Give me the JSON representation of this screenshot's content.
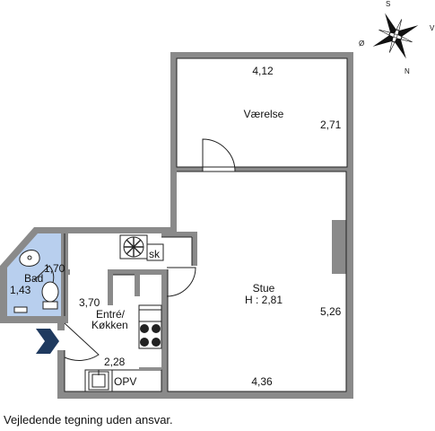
{
  "rooms": {
    "vaerelse": {
      "name": "Værelse",
      "width": "4,12",
      "depth": "2,71"
    },
    "stue": {
      "name": "Stue",
      "height": "H : 2,81",
      "depth": "5,26",
      "width": "4,36"
    },
    "bad": {
      "name": "Bad",
      "width": "1,70",
      "depth": "1,43"
    },
    "entre": {
      "name_line1": "Entré/",
      "name_line2": "Køkken",
      "depth": "3,70",
      "width": "2,28"
    }
  },
  "labels": {
    "skab": "sk",
    "opvask": "OPV"
  },
  "compass": {
    "s": "S",
    "v": "V",
    "o": "Ø",
    "n": "N"
  },
  "disclaimer": "Vejledende tegning uden ansvar.",
  "colors": {
    "wall": "#888888",
    "bathroom": "#b8cfee",
    "entrance_arrow": "#1f3a5f"
  }
}
